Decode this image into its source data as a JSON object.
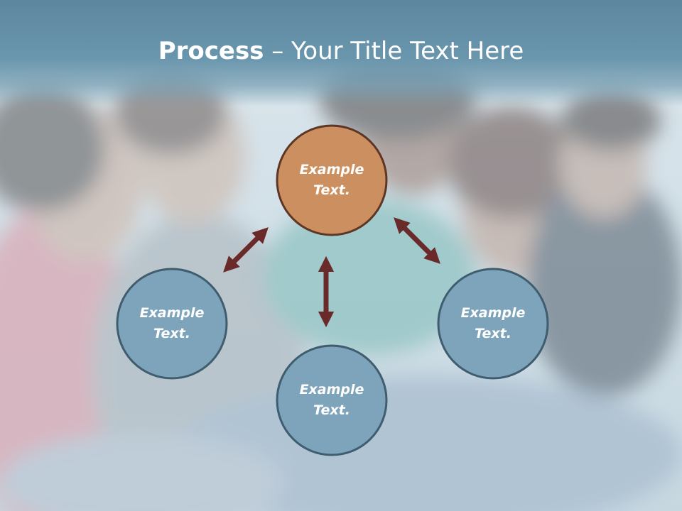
{
  "slide": {
    "title_strong": "Process",
    "title_rest": " – Your Title Text Here"
  },
  "diagram": {
    "nodes": [
      {
        "id": "top",
        "label_line1": "Example",
        "label_line2": "Text.",
        "color": "#cc9060",
        "border": "#5e3626"
      },
      {
        "id": "left",
        "label_line1": "Example",
        "label_line2": "Text.",
        "color": "#7ea4bc",
        "border": "#3f5d6f"
      },
      {
        "id": "right",
        "label_line1": "Example",
        "label_line2": "Text.",
        "color": "#7ea4bc",
        "border": "#3f5d6f"
      },
      {
        "id": "bottom",
        "label_line1": "Example",
        "label_line2": "Text.",
        "color": "#7ea4bc",
        "border": "#3f5d6f"
      }
    ],
    "arrow_color": "#6b2a2a"
  }
}
